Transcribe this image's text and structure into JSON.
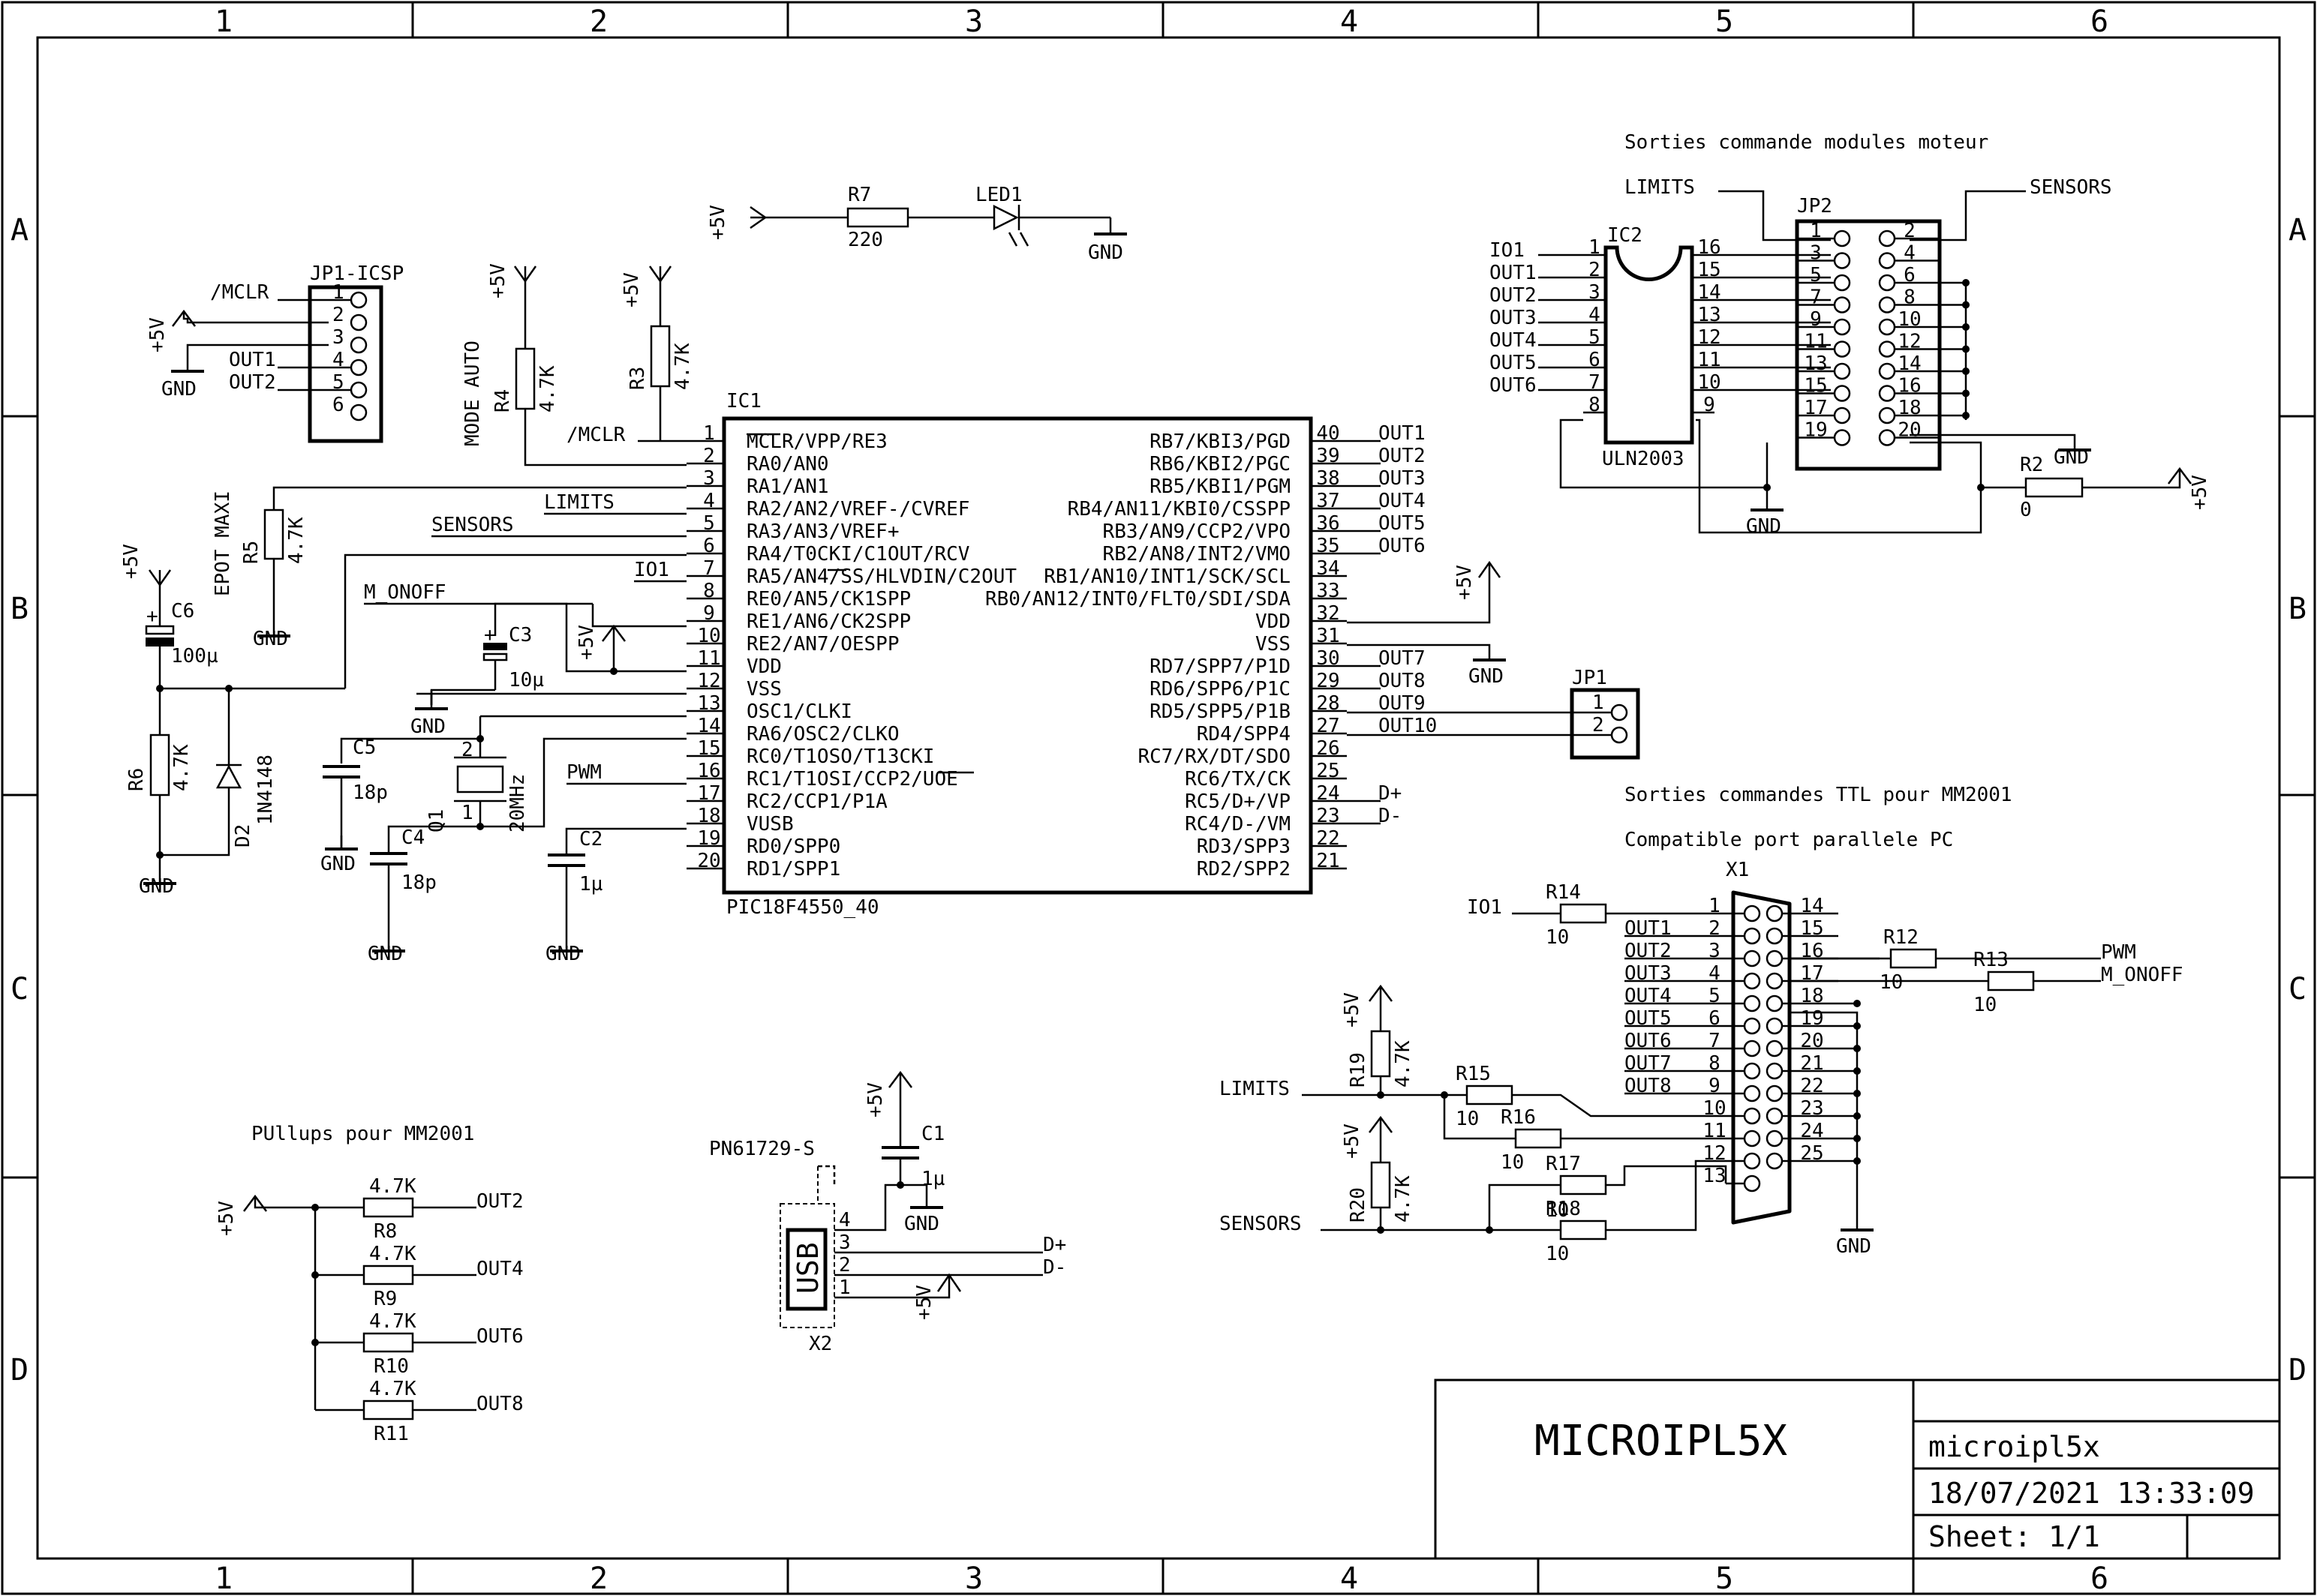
{
  "frame": {
    "cols": [
      "1",
      "2",
      "3",
      "4",
      "5",
      "6"
    ],
    "rows": [
      "A",
      "B",
      "C",
      "D"
    ]
  },
  "title_block": {
    "project": "MICROIPL5X",
    "file": "microipl5x",
    "datetime": "18/07/2021 13:33:09",
    "sheet": "Sheet: 1/1"
  },
  "notes": {
    "motor_outputs": "Sorties commande modules moteur",
    "ttl_outputs": "Sorties commandes TTL pour MM2001",
    "lpt_compat": "Compatible port parallele PC",
    "pullups": "PUllups pour MM2001"
  },
  "components": {
    "ic1": {
      "ref": "IC1",
      "value": "PIC18F4550_40"
    },
    "ic2": {
      "ref": "IC2",
      "value": "ULN2003"
    },
    "jp2": {
      "ref": "JP2"
    },
    "jp1": {
      "ref": "JP1"
    },
    "icsp": {
      "ref": "JP1-ICSP"
    },
    "x1": {
      "ref": "X1"
    },
    "x2": {
      "ref": "X2",
      "value": "PN61729-S",
      "body": "USB"
    },
    "q1": {
      "ref": "Q1",
      "value": "20MHz"
    },
    "led1": {
      "ref": "LED1"
    },
    "d2": {
      "ref": "D2",
      "value": "1N4148"
    },
    "r1": {
      "ref": "R7",
      "value": "220"
    },
    "r3": {
      "ref": "R3",
      "value": "4.7K"
    },
    "r4": {
      "ref": "R4",
      "value": "4.7K"
    },
    "r5": {
      "ref": "R5",
      "value": "4.7K"
    },
    "r6": {
      "ref": "R6",
      "value": "4.7K"
    },
    "r2": {
      "ref": "R2",
      "value": "0"
    },
    "r8": {
      "ref": "R8",
      "value": "4.7K"
    },
    "r9": {
      "ref": "R9",
      "value": "4.7K"
    },
    "r10": {
      "ref": "R10",
      "value": "4.7K"
    },
    "r11": {
      "ref": "R11",
      "value": "4.7K"
    },
    "r12": {
      "ref": "R12",
      "value": "10"
    },
    "r13": {
      "ref": "R13",
      "value": "10"
    },
    "r14": {
      "ref": "R14",
      "value": "10"
    },
    "r15": {
      "ref": "R15",
      "value": "10"
    },
    "r16": {
      "ref": "R16",
      "value": "10"
    },
    "r17": {
      "ref": "R17",
      "value": "10"
    },
    "r18": {
      "ref": "R18",
      "value": "10"
    },
    "r19": {
      "ref": "R19",
      "value": "4.7K"
    },
    "r20": {
      "ref": "R20",
      "value": "4.7K"
    },
    "c1": {
      "ref": "C1",
      "value": "1µ"
    },
    "c2": {
      "ref": "C2",
      "value": "1µ"
    },
    "c3": {
      "ref": "C3",
      "value": "10µ"
    },
    "c4": {
      "ref": "C4",
      "value": "18p"
    },
    "c5": {
      "ref": "C5",
      "value": "18p"
    },
    "c6": {
      "ref": "C6",
      "value": "100µ"
    }
  },
  "ic1_left": [
    {
      "n": "1",
      "name": "MCLR/VPP/RE3"
    },
    {
      "n": "2",
      "name": "RA0/AN0"
    },
    {
      "n": "3",
      "name": "RA1/AN1"
    },
    {
      "n": "4",
      "name": "RA2/AN2/VREF-/CVREF"
    },
    {
      "n": "5",
      "name": "RA3/AN3/VREF+"
    },
    {
      "n": "6",
      "name": "RA4/T0CKI/C1OUT/RCV"
    },
    {
      "n": "7",
      "name": "RA5/AN4/SS/HLVDIN/C2OUT"
    },
    {
      "n": "8",
      "name": "RE0/AN5/CK1SPP"
    },
    {
      "n": "9",
      "name": "RE1/AN6/CK2SPP"
    },
    {
      "n": "10",
      "name": "RE2/AN7/OESPP"
    },
    {
      "n": "11",
      "name": "VDD"
    },
    {
      "n": "12",
      "name": "VSS"
    },
    {
      "n": "13",
      "name": "OSC1/CLKI"
    },
    {
      "n": "14",
      "name": "RA6/OSC2/CLKO"
    },
    {
      "n": "15",
      "name": "RC0/T1OSO/T13CKI"
    },
    {
      "n": "16",
      "name": "RC1/T1OSI/CCP2/UOE"
    },
    {
      "n": "17",
      "name": "RC2/CCP1/P1A"
    },
    {
      "n": "18",
      "name": "VUSB"
    },
    {
      "n": "19",
      "name": "RD0/SPP0"
    },
    {
      "n": "20",
      "name": "RD1/SPP1"
    }
  ],
  "ic1_right": [
    {
      "n": "40",
      "name": "RB7/KBI3/PGD"
    },
    {
      "n": "39",
      "name": "RB6/KBI2/PGC"
    },
    {
      "n": "38",
      "name": "RB5/KBI1/PGM"
    },
    {
      "n": "37",
      "name": "RB4/AN11/KBI0/CSSPP"
    },
    {
      "n": "36",
      "name": "RB3/AN9/CCP2/VPO"
    },
    {
      "n": "35",
      "name": "RB2/AN8/INT2/VMO"
    },
    {
      "n": "34",
      "name": "RB1/AN10/INT1/SCK/SCL"
    },
    {
      "n": "33",
      "name": "RB0/AN12/INT0/FLT0/SDI/SDA"
    },
    {
      "n": "32",
      "name": "VDD"
    },
    {
      "n": "31",
      "name": "VSS"
    },
    {
      "n": "30",
      "name": "RD7/SPP7/P1D"
    },
    {
      "n": "29",
      "name": "RD6/SPP6/P1C"
    },
    {
      "n": "28",
      "name": "RD5/SPP5/P1B"
    },
    {
      "n": "27",
      "name": "RD4/SPP4"
    },
    {
      "n": "26",
      "name": "RC7/RX/DT/SDO"
    },
    {
      "n": "25",
      "name": "RC6/TX/CK"
    },
    {
      "n": "24",
      "name": "RC5/D+/VP"
    },
    {
      "n": "23",
      "name": "RC4/D-/VM"
    },
    {
      "n": "22",
      "name": "RD3/SPP3"
    },
    {
      "n": "21",
      "name": "RD2/SPP2"
    }
  ],
  "ic1_right_nets": [
    "OUT1",
    "OUT2",
    "OUT3",
    "OUT4",
    "OUT5",
    "OUT6",
    "",
    "",
    "",
    "",
    "OUT7",
    "OUT8",
    "OUT9",
    "OUT10",
    "",
    "",
    "D+",
    "D-",
    "",
    ""
  ],
  "ic2_left": [
    {
      "n": "1",
      "net": "IO1"
    },
    {
      "n": "2",
      "net": "OUT1"
    },
    {
      "n": "3",
      "net": "OUT2"
    },
    {
      "n": "4",
      "net": "OUT3"
    },
    {
      "n": "5",
      "net": "OUT4"
    },
    {
      "n": "6",
      "net": "OUT5"
    },
    {
      "n": "7",
      "net": "OUT6"
    },
    {
      "n": "8",
      "net": ""
    }
  ],
  "ic2_right": [
    "16",
    "15",
    "14",
    "13",
    "12",
    "11",
    "10",
    "9"
  ],
  "jp2_left": [
    "1",
    "3",
    "5",
    "7",
    "9",
    "11",
    "13",
    "15",
    "17",
    "19"
  ],
  "jp2_right": [
    "2",
    "4",
    "6",
    "8",
    "10",
    "12",
    "14",
    "16",
    "18",
    "20"
  ],
  "icsp_pins": [
    "1",
    "2",
    "3",
    "4",
    "5",
    "6"
  ],
  "icsp_nets": [
    "/MCLR",
    "",
    "",
    "OUT1",
    "OUT2",
    ""
  ],
  "x1_left": [
    "1",
    "2",
    "3",
    "4",
    "5",
    "6",
    "7",
    "8",
    "9",
    "10",
    "11",
    "12",
    "13"
  ],
  "x1_right": [
    "14",
    "15",
    "16",
    "17",
    "18",
    "19",
    "20",
    "21",
    "22",
    "23",
    "24",
    "25"
  ],
  "x1_nets": [
    "OUT1",
    "OUT2",
    "OUT3",
    "OUT4",
    "OUT5",
    "OUT6",
    "OUT7",
    "OUT8"
  ],
  "x2_pins": [
    "4",
    "3",
    "2",
    "1"
  ],
  "jp1_pins": [
    "1",
    "2"
  ],
  "nets": {
    "v5": "+5V",
    "gnd": "GND",
    "mclr": "/MCLR",
    "limits": "LIMITS",
    "sensors": "SENSORS",
    "io1": "IO1",
    "m_onoff": "M_ONOFF",
    "pwm": "PWM",
    "mode_auto": "MODE AUTO",
    "epot_maxi": "EPOT MAXI",
    "out2": "OUT2",
    "out4": "OUT4",
    "out6": "OUT6",
    "out8": "OUT8",
    "dplus": "D+",
    "dminus": "D-"
  }
}
